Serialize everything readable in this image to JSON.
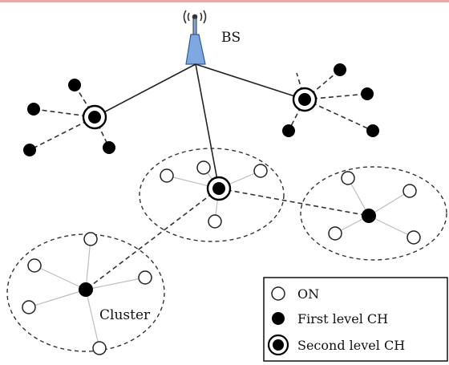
{
  "diagram": {
    "bs_label": "BS",
    "cluster_label": "Cluster",
    "legend": {
      "on": "ON",
      "first_level": "First level CH",
      "second_level": "Second level CH"
    },
    "colors": {
      "line": "#222222",
      "dashed": "#333333",
      "light_line": "#bdbdbd",
      "tower": "#7fa8e0",
      "node_fill": "#ffffff",
      "ch_fill": "#000000"
    }
  }
}
